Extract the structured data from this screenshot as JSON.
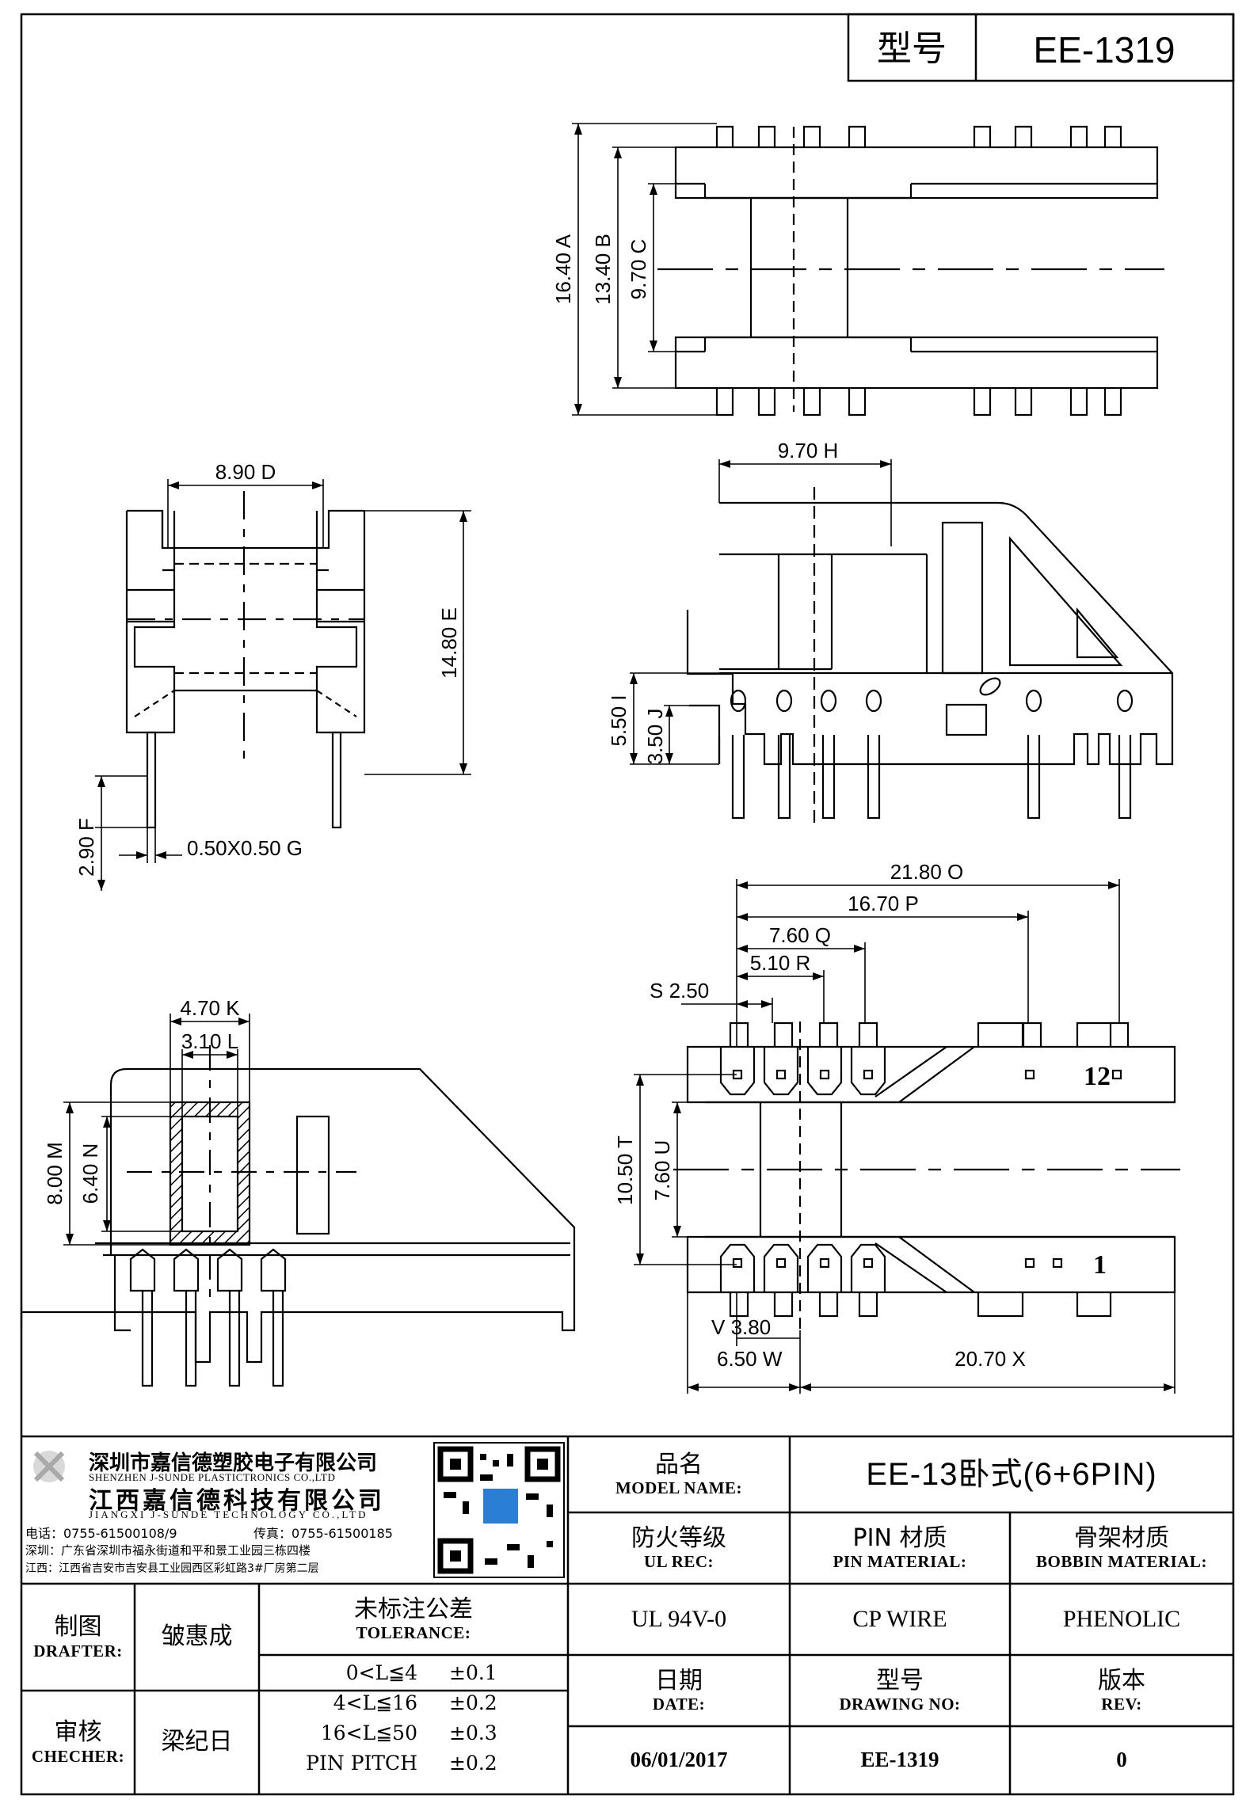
{
  "title_block": {
    "type_label": "型号",
    "type_value": "EE-1319"
  },
  "dimensions": {
    "A": {
      "value": "16.40",
      "tag": "A"
    },
    "B": {
      "value": "13.40",
      "tag": "B"
    },
    "C": {
      "value": "9.70",
      "tag": "C"
    },
    "D": {
      "value": "8.90",
      "tag": "D"
    },
    "E": {
      "value": "14.80",
      "tag": "E"
    },
    "F": {
      "value": "2.90",
      "tag": "F"
    },
    "G": {
      "value": "0.50X0.50",
      "tag": "G"
    },
    "H": {
      "value": "9.70",
      "tag": "H"
    },
    "I": {
      "value": "5.50",
      "tag": "I"
    },
    "J": {
      "value": "3.50",
      "tag": "J"
    },
    "K": {
      "value": "4.70",
      "tag": "K"
    },
    "L": {
      "value": "3.10",
      "tag": "L"
    },
    "M": {
      "value": "8.00",
      "tag": "M"
    },
    "N": {
      "value": "6.40",
      "tag": "N"
    },
    "O": {
      "value": "21.80",
      "tag": "O"
    },
    "P": {
      "value": "16.70",
      "tag": "P"
    },
    "Q": {
      "value": "7.60",
      "tag": "Q"
    },
    "R": {
      "value": "5.10",
      "tag": "R"
    },
    "S": {
      "value": "2.50",
      "tag": "S"
    },
    "T": {
      "value": "10.50",
      "tag": "T"
    },
    "U": {
      "value": "7.60",
      "tag": "U"
    },
    "V": {
      "value": "3.80",
      "tag": "V"
    },
    "W": {
      "value": "6.50",
      "tag": "W"
    },
    "X": {
      "value": "20.70",
      "tag": "X"
    }
  },
  "pin_labels": {
    "pin12": "12",
    "pin1": "1"
  },
  "company": {
    "name_cn_1": "深圳市嘉信德塑胶电子有限公司",
    "name_en_1": "SHENZHEN J-SUNDE PLASTICTRONICS CO.,LTD",
    "name_cn_2": "江西嘉信德科技有限公司",
    "name_en_2": "JIANGXI J-SUNDE TECHNOLOGY CO.,LTD",
    "tel": "电话：0755-61500108/9",
    "fax": "传真：0755-61500185",
    "addr_sz": "深圳：广东省深圳市福永街道和平和景工业园三栋四楼",
    "addr_jx": "江西：江西省吉安市吉安县工业园西区彩虹路3#厂房第二层"
  },
  "info": {
    "model_name_cn": "品名",
    "model_name_en": "MODEL NAME:",
    "model_name_value": "EE-13卧式(6+6PIN)",
    "ul_cn": "防火等级",
    "ul_en": "UL REC:",
    "pin_mat_cn": "PIN 材质",
    "pin_mat_en": "PIN MATERIAL:",
    "bobbin_mat_cn": "骨架材质",
    "bobbin_mat_en": "BOBBIN MATERIAL:",
    "ul_value": "UL 94V-0",
    "pin_mat_value": "CP WIRE",
    "bobbin_mat_value": "PHENOLIC",
    "date_cn": "日期",
    "date_en": "DATE:",
    "drawing_no_cn": "型号",
    "drawing_no_en": "DRAWING NO:",
    "rev_cn": "版本",
    "rev_en": "REV:",
    "date_value": "06/01/2017",
    "drawing_no_value": "EE-1319",
    "rev_value": "0"
  },
  "people": {
    "drafter_cn": "制图",
    "drafter_en": "DRAFTER:",
    "drafter_name": "皱惠成",
    "checker_cn": "审核",
    "checker_en": "CHECHER:",
    "checker_name": "梁纪日"
  },
  "tolerance": {
    "title_cn": "未标注公差",
    "title_en": "TOLERANCE:",
    "rows": [
      {
        "range": "0<L≦4",
        "value": "±0.1"
      },
      {
        "range": "4<L≦16",
        "value": "±0.2"
      },
      {
        "range": "16<L≦50",
        "value": "±0.3"
      },
      {
        "range": "PIN PITCH",
        "value": "±0.2"
      }
    ]
  }
}
